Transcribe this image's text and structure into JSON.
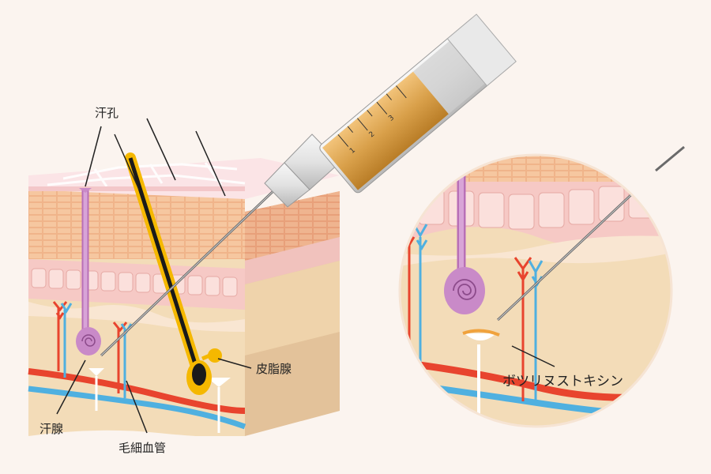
{
  "labels": {
    "sweat_pore": "汗孔",
    "sweat_gland": "汗腺",
    "capillaries": "毛細血管",
    "sebaceous_gland": "皮脂腺",
    "botulinum_toxin": "ボツリヌストキシン"
  },
  "syringe": {
    "scale_marks": [
      "1",
      "2",
      "3"
    ],
    "fluid_color": "#d9a04a"
  },
  "colors": {
    "background": "#fbf4ef",
    "epidermis_top": "#fbe4e6",
    "skin_layer": "#f4c39a",
    "dermis": "#f3dcb8",
    "artery": "#e8442e",
    "vein": "#4fb0e0",
    "sweat_duct": "#c98ac8",
    "hair": "#1a1a1a",
    "sebum": "#f5b800"
  }
}
